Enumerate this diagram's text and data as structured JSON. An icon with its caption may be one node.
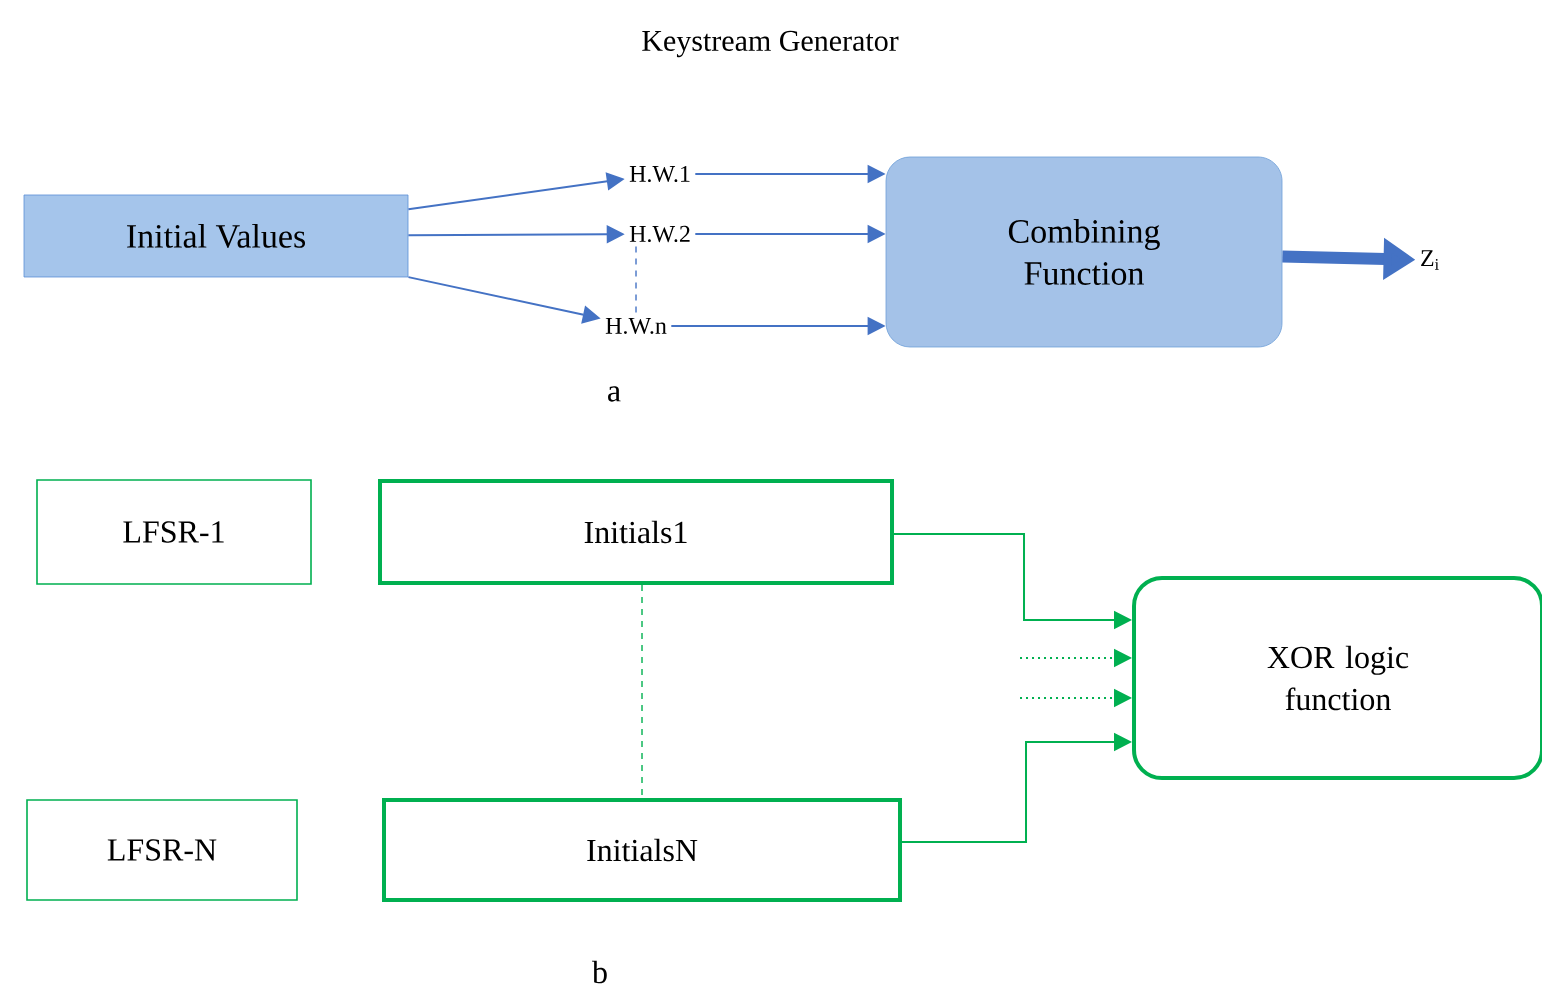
{
  "diagram": {
    "title": "Keystream Generator",
    "nodes": [
      {
        "text": [
          "Initial Values"
        ]
      },
      {
        "text": [
          "H.W.1"
        ]
      },
      {
        "text": [
          "H.W.2"
        ]
      },
      {
        "text": [
          "H.W.n"
        ]
      },
      {
        "text": [
          "Combining Function"
        ]
      },
      {
        "text": [
          "Z$_{i}$"
        ]
      },
      {
        "text": [
          "LFSR-1"
        ]
      },
      {
        "text": [
          "Initials1"
        ]
      },
      {
        "text": [
          "LFSR-N"
        ]
      },
      {
        "text": [
          "InitialsN"
        ]
      },
      {
        "text": [
          "XOR logic function"
        ]
      }
    ],
    "edges": [
      {
        "from": 0,
        "to": 1,
        "arrow": "to"
      },
      {
        "from": 0,
        "to": 2,
        "arrow": "to"
      },
      {
        "from": 0,
        "to": 3,
        "arrow": "to"
      },
      {
        "from": 1,
        "to": 4,
        "arrow": "to"
      },
      {
        "from": 2,
        "to": 4,
        "arrow": "to"
      },
      {
        "from": 3,
        "to": 4,
        "arrow": "to"
      },
      {
        "from": 4,
        "to": 5,
        "arrow": "to",
        "style": "thick"
      },
      {
        "from": 7,
        "to": 10,
        "arrow": "to",
        "color": "#00b050"
      },
      {
        "from": null,
        "to": 10,
        "arrow": "to",
        "style": "dashed",
        "color": "#00b050"
      },
      {
        "from": null,
        "to": 10,
        "arrow": "to",
        "style": "dashed",
        "color": "#00b050"
      },
      {
        "from": 9,
        "to": 10,
        "arrow": "to",
        "color": "#00b050"
      },
      {
        "from": 2,
        "to": 3,
        "arrow": "none",
        "style": "dashed"
      },
      {
        "from": 7,
        "to": 9,
        "arrow": "none",
        "style": "dashed",
        "color": "#00b050"
      }
    ],
    "labels": [
      "a",
      "b"
    ]
  }
}
